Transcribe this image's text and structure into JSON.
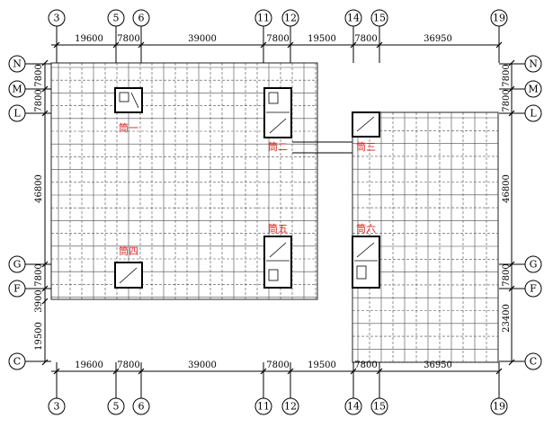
{
  "colors": {
    "core_label": "#e02020",
    "line": "#000000"
  },
  "axes_vertical": {
    "labels": [
      "3",
      "5",
      "6",
      "11",
      "12",
      "14",
      "15",
      "19"
    ]
  },
  "axes_horizontal": {
    "labels_right": [
      "N",
      "M",
      "L",
      "G",
      "F",
      "C"
    ],
    "labels_left": [
      "N",
      "M",
      "L",
      "G",
      "F",
      "C"
    ]
  },
  "dims_top": [
    "19600",
    "7800",
    "39000",
    "7800",
    "19500",
    "7800",
    "36950"
  ],
  "dims_bottom": [
    "19600",
    "7800",
    "39000",
    "7800",
    "19500",
    "7800",
    "36950"
  ],
  "dims_left": [
    "7800",
    "7800",
    "46800",
    "7800",
    "3900",
    "19500"
  ],
  "dims_right": [
    "7800",
    "7800",
    "46800",
    "7800",
    "23400"
  ],
  "cores": [
    {
      "label": "筒一"
    },
    {
      "label": "筒二"
    },
    {
      "label": "筒三"
    },
    {
      "label": "筒四"
    },
    {
      "label": "筒五"
    },
    {
      "label": "筒六"
    }
  ]
}
